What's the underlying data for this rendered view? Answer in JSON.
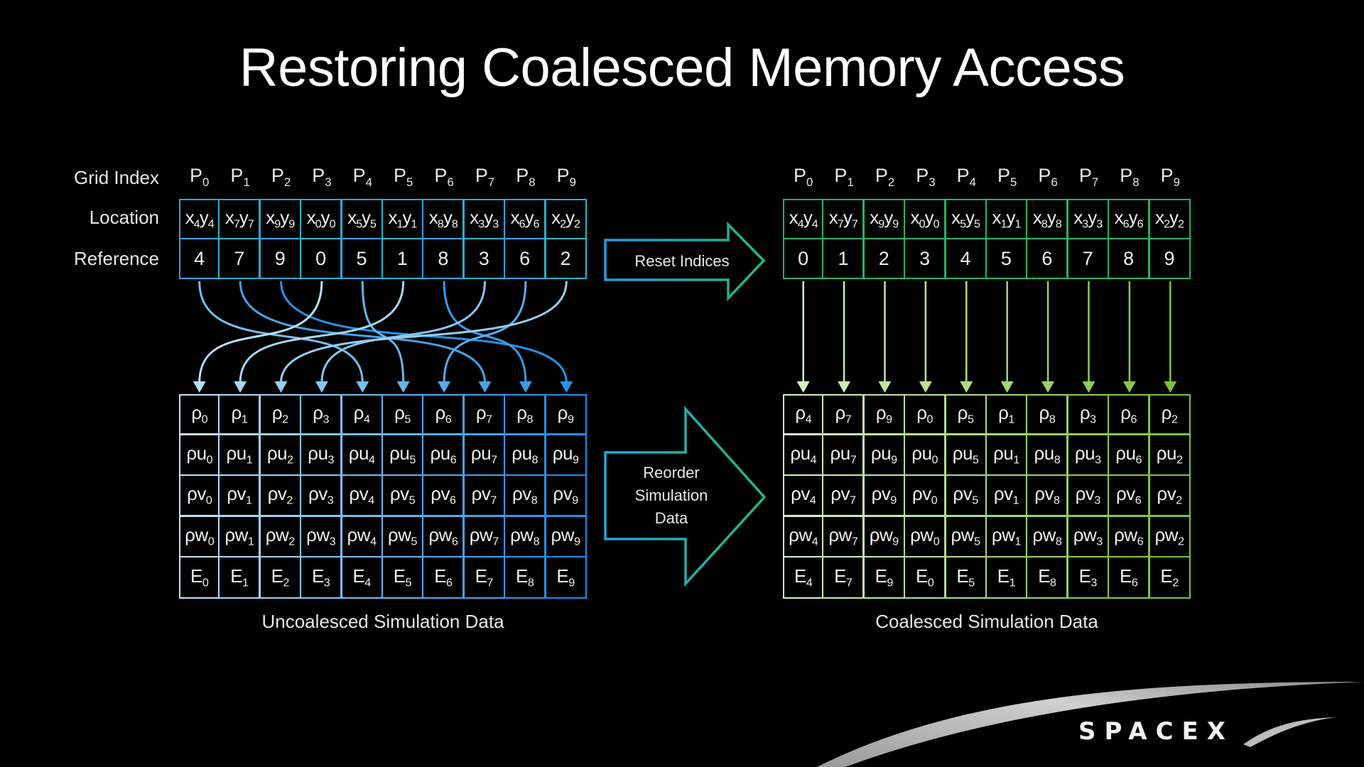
{
  "title": "Restoring Coalesced Memory Access",
  "row_labels": {
    "grid_index": "Grid Index",
    "location": "Location",
    "reference": "Reference"
  },
  "grid_index": [
    "0",
    "1",
    "2",
    "3",
    "4",
    "5",
    "6",
    "7",
    "8",
    "9"
  ],
  "grid_index_prefix": "P",
  "location_order": [
    4,
    7,
    9,
    0,
    5,
    1,
    8,
    3,
    6,
    2
  ],
  "left": {
    "reference": [
      4,
      7,
      9,
      0,
      5,
      1,
      8,
      3,
      6,
      2
    ],
    "sim_order": [
      0,
      1,
      2,
      3,
      4,
      5,
      6,
      7,
      8,
      9
    ],
    "caption": "Uncoalesced Simulation Data"
  },
  "right": {
    "reference": [
      0,
      1,
      2,
      3,
      4,
      5,
      6,
      7,
      8,
      9
    ],
    "sim_order": [
      4,
      7,
      9,
      0,
      5,
      1,
      8,
      3,
      6,
      2
    ],
    "caption": "Coalesced Simulation Data"
  },
  "sim_rows": [
    {
      "symbol": "ρ"
    },
    {
      "symbol": "ρu"
    },
    {
      "symbol": "ρv"
    },
    {
      "symbol": "ρw"
    },
    {
      "symbol": "E"
    }
  ],
  "arrows": {
    "reset": {
      "label": "Reset Indices"
    },
    "reorder": {
      "label_lines": [
        "Reorder",
        "Simulation",
        "Data"
      ]
    }
  },
  "colors": {
    "left_light": "#bfe3f5",
    "left_dark": "#1e8fe8",
    "left_top_border": "#2aa6e0",
    "right_top_border": "#22b36a",
    "right_light": "#d8efc0",
    "right_dark": "#7cc23a",
    "arrow_start": "#1fa0e0",
    "arrow_end": "#22b87a"
  },
  "logo": "SPACEX"
}
